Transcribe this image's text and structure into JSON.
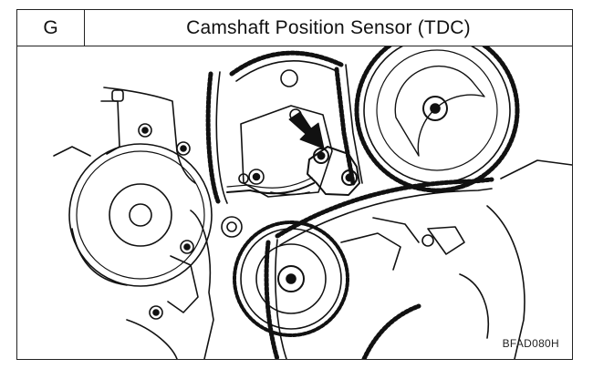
{
  "section": {
    "letter": "G",
    "title": "Camshaft Position Sensor (TDC)"
  },
  "figure": {
    "code": "BFAD080H"
  },
  "icons": {
    "pointer": "arrow-icon"
  }
}
